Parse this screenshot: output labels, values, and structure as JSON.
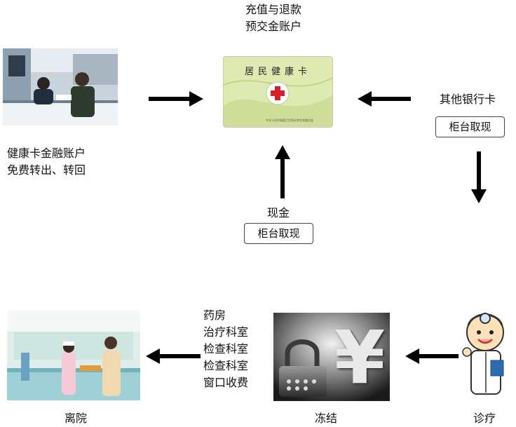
{
  "top": {
    "title_line1": "充值与退款",
    "title_line2": "预交金账户"
  },
  "card": {
    "title": "居民健康卡",
    "issuer": "中华人民共和国卫生和计划生育委员会"
  },
  "left": {
    "line1": "健康卡金融账户",
    "line2": "免费转出、转回"
  },
  "right": {
    "label": "其他银行卡",
    "button": "柜台取现"
  },
  "middle": {
    "label": "现金",
    "button": "柜台取现"
  },
  "bottom": {
    "lines": [
      "药房",
      "治疗科室",
      "检查科室",
      "检查科室",
      "窗口收费"
    ],
    "leave_label": "离院",
    "freeze_label": "冻结",
    "treat_label": "诊疗",
    "freeze_symbol": "¥"
  },
  "colors": {
    "arrow": "#000000",
    "card_bg": "#dfe9b2",
    "cross": "#d6202a"
  }
}
